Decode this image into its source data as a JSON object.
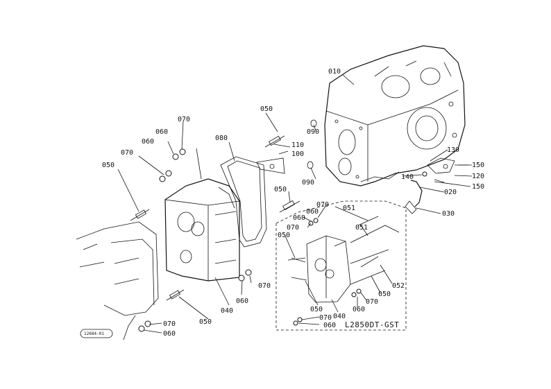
{
  "labels": {
    "p010": "010",
    "p020": "020",
    "p030": "030",
    "p040a": "040",
    "p040b": "040",
    "p050a": "050",
    "p050b": "050",
    "p050c": "050",
    "p050d": "050",
    "p050e": "050",
    "p050f": "050",
    "p050g": "050",
    "p051a": "051",
    "p051b": "051",
    "p052": "052",
    "p060a": "060",
    "p060b": "060",
    "p060c": "060",
    "p060d": "060",
    "p060e": "060",
    "p060f": "060",
    "p060g": "060",
    "p070a": "070",
    "p070b": "070",
    "p070c": "070",
    "p070d": "070",
    "p070e": "070",
    "p070f": "070",
    "p070g": "070",
    "p070h": "070",
    "p080": "080",
    "p090a": "090",
    "p090b": "090",
    "p100": "100",
    "p110": "110",
    "p120": "120",
    "p130": "130",
    "p140": "140",
    "p150a": "150",
    "p150b": "150"
  },
  "inset_note": "L2850DT-GST",
  "drawing_ref": "12684-01"
}
